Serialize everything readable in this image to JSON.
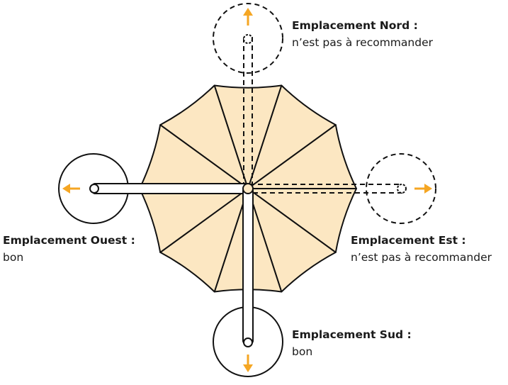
{
  "colors": {
    "canopy": "#fce7c2",
    "stroke": "#111111",
    "arrow": "#f5a623",
    "background": "#ffffff"
  },
  "diagram": {
    "positions": [
      {
        "id": "nord",
        "title": "Emplacement Nord :",
        "description": "n’est pas à recommander",
        "recommended": false,
        "arrow_direction": "up"
      },
      {
        "id": "est",
        "title": "Emplacement Est :",
        "description": "n’est pas à recommander",
        "recommended": false,
        "arrow_direction": "right"
      },
      {
        "id": "ouest",
        "title": "Emplacement Ouest :",
        "description": "bon",
        "recommended": true,
        "arrow_direction": "left"
      },
      {
        "id": "sud",
        "title": "Emplacement Sud :",
        "description": "bon",
        "recommended": true,
        "arrow_direction": "down"
      }
    ]
  }
}
